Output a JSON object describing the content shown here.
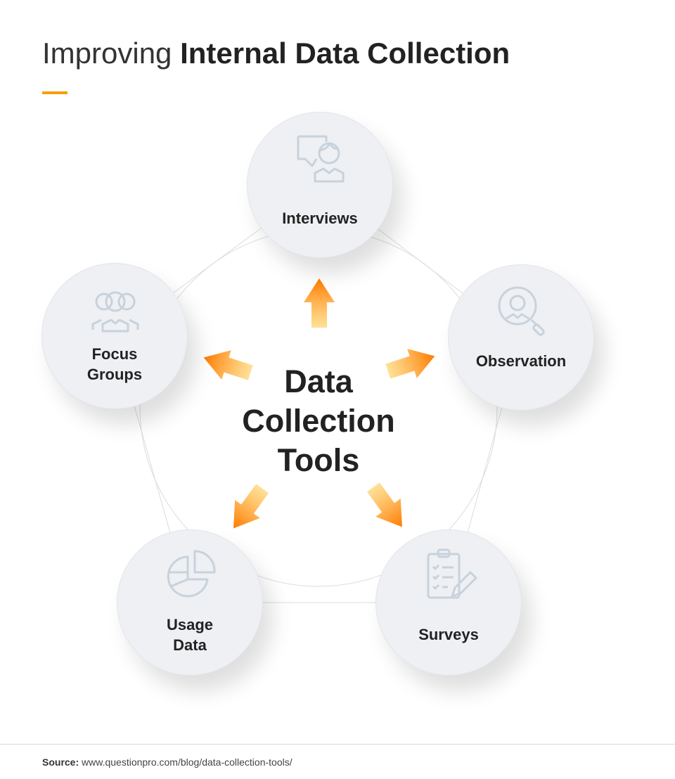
{
  "title": {
    "light": "Improving ",
    "bold": "Internal Data Collection"
  },
  "center": {
    "line1": "Data",
    "line2": "Collection",
    "line3": "Tools"
  },
  "nodes": [
    {
      "label": "Interviews",
      "icon": "interview-icon"
    },
    {
      "label1": "Focus",
      "label2": "Groups",
      "icon": "focus-group-icon"
    },
    {
      "label": "Observation",
      "icon": "observation-icon"
    },
    {
      "label1": "Usage",
      "label2": "Data",
      "icon": "pie-chart-icon"
    },
    {
      "label": "Surveys",
      "icon": "clipboard-icon"
    }
  ],
  "colors": {
    "accent": "#f5a00a",
    "arrow_start": "#ff7a00",
    "arrow_end": "#ffd36b",
    "icon": "#c8d2dc",
    "node_fill": "#eef0f3"
  },
  "source": {
    "label": "Source:",
    "url": "www.questionpro.com/blog/data-collection-tools/"
  }
}
